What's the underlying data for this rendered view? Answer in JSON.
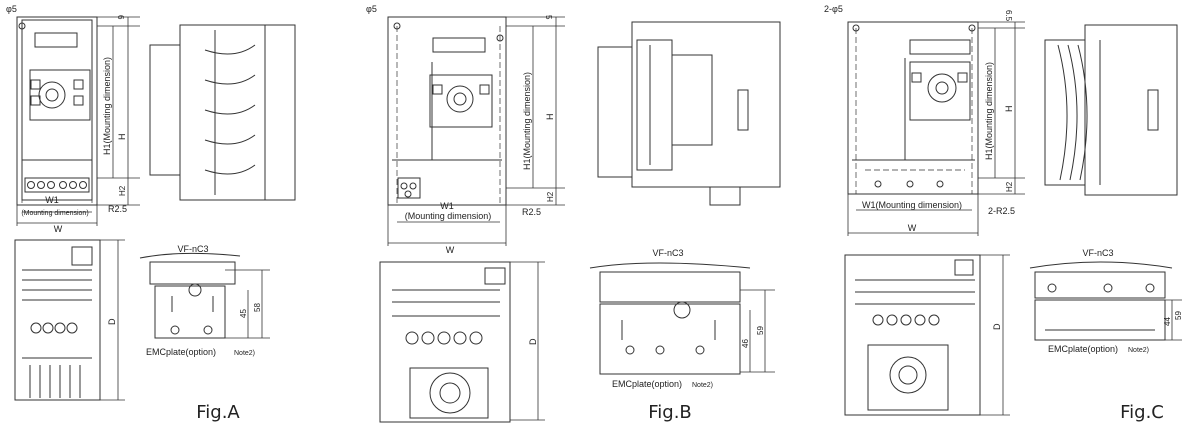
{
  "figures": [
    {
      "caption": "Fig.A",
      "hole": "φ5",
      "top_dim": "6",
      "H": "H",
      "H1": "H1(Mounting dimension)",
      "H2": "H2",
      "W1": "W1",
      "W1_sub": "(Mounting dimension)",
      "W": "W",
      "radius": "R2.5",
      "D": "D",
      "emc_model": "VF-nC3",
      "emc_dim_a": "45",
      "emc_dim_b": "58",
      "emc_label": "EMCplate(option)",
      "emc_note": "Note2)"
    },
    {
      "caption": "Fig.B",
      "hole": "φ5",
      "top_dim": "5",
      "H": "H",
      "H1": "H1(Mounting dimension)",
      "H2": "H2",
      "W1": "W1",
      "W1_sub": "(Mounting dimension)",
      "W": "W",
      "radius": "R2.5",
      "D": "D",
      "emc_model": "VF-nC3",
      "emc_dim_a": "46",
      "emc_dim_b": "59",
      "emc_label": "EMCplate(option)",
      "emc_note": "Note2)"
    },
    {
      "caption": "Fig.C",
      "hole": "2-φ5",
      "top_dim": "6.5",
      "H": "H",
      "H1": "H1(Mounting dimension)",
      "H2": "H2",
      "W1": "W1(Mounting dimension)",
      "W": "W",
      "radius": "2-R2.5",
      "D": "D",
      "emc_model": "VF-nC3",
      "emc_dim_a": "44",
      "emc_dim_b": "59",
      "emc_label": "EMCplate(option)",
      "emc_note": "Note2)"
    }
  ]
}
